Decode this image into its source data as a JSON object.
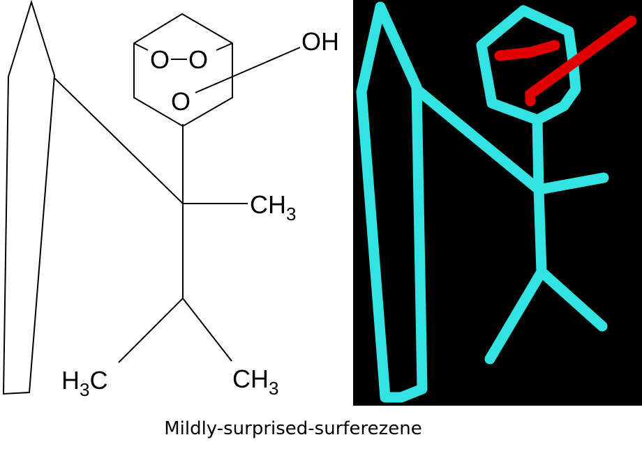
{
  "labels": {
    "oh": "OH",
    "o_left": "O",
    "o_right": "O",
    "o_bottom": "O",
    "ch3_right": "CH",
    "ch3_right_sub": "3",
    "h3c_left_h": "H",
    "h3c_left_sub": "3",
    "h3c_left_c": "C",
    "ch3_bottom": "CH",
    "ch3_bottom_sub": "3"
  },
  "caption": "Mildly-surprised-surferezene",
  "colors": {
    "stick": "#33e3e3",
    "oxygen": "#e00000",
    "background_3d": "#000000"
  }
}
